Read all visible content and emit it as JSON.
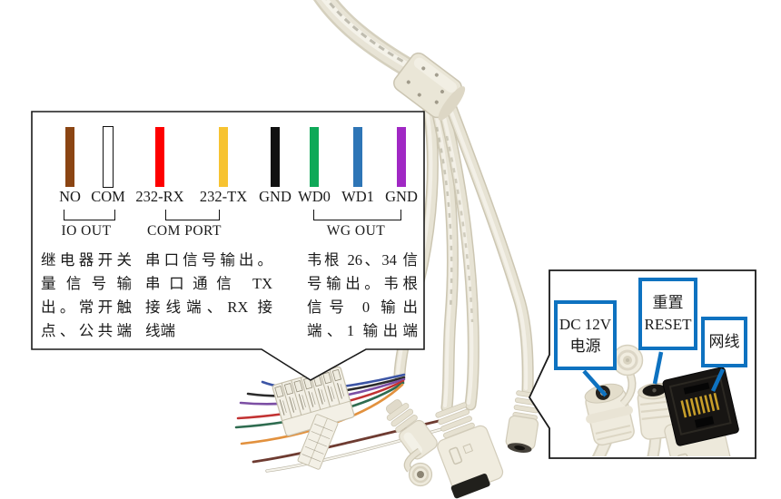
{
  "legend": {
    "wires": [
      {
        "label": "NO",
        "color": "#8B4513"
      },
      {
        "label": "COM",
        "color": "#FFFFFF"
      },
      {
        "label": "232-RX",
        "color": "#FE0000"
      },
      {
        "label": "232-TX",
        "color": "#F7C331"
      },
      {
        "label": "GND",
        "color": "#111111"
      },
      {
        "label": "WD0",
        "color": "#0FA958"
      },
      {
        "label": "WD1",
        "color": "#2E75B6"
      },
      {
        "label": "GND",
        "color": "#A028C4"
      }
    ],
    "groups": [
      {
        "label": "IO OUT"
      },
      {
        "label": "COM PORT"
      },
      {
        "label": "WG OUT"
      }
    ],
    "descriptions": [
      {
        "lines": [
          "继电器开关",
          "量信号输",
          "出。常开触",
          "点、公共端"
        ]
      },
      {
        "lines": [
          "串口信号输出。",
          "串口通信 TX",
          "接线端、RX 接",
          "线端"
        ]
      },
      {
        "lines": [
          "韦根 26、34 信",
          "号输出。韦根",
          "信号 0 输出",
          "端、1 输出端"
        ]
      }
    ]
  },
  "connector_callout": {
    "labels": [
      {
        "line1": "DC 12V",
        "line2": "电源"
      },
      {
        "line1": "重置",
        "line2": "RESET"
      },
      {
        "line1": "网线"
      }
    ]
  },
  "colors": {
    "accent_blue": "#0E72C0",
    "cable_beige": "#E7E3D4"
  }
}
